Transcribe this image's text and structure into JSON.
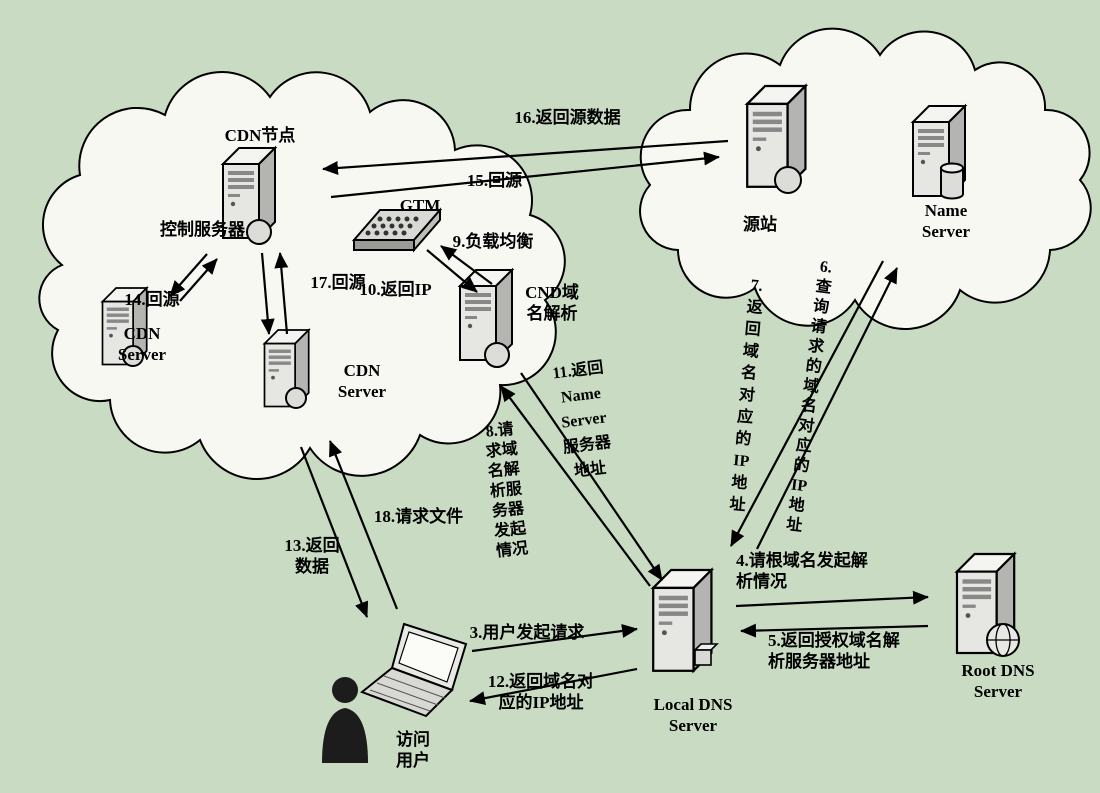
{
  "colors": {
    "background": "#c9dcc3",
    "cloud": "#f8f8f3",
    "line": "#000000"
  },
  "icons": {
    "server": "tower-server-icon",
    "gtm": "network-switch-icon",
    "laptop": "laptop-icon",
    "user": "person-silhouette-icon",
    "root_dns_accessory": "globe-icon",
    "name_server_accessory": "database-cylinder-icon"
  },
  "nodes": {
    "cdn_node": "CDN节点",
    "control_server": "控制服务器",
    "gtm": "GTM",
    "cnd_dns": "CND域\n名解析",
    "cdn_server_left": "CDN\nServer",
    "cdn_server_mid": "CDN\nServer",
    "origin": "源站",
    "name_server": "Name\nServer",
    "root_dns": "Root DNS\nServer",
    "local_dns": "Local DNS\nServer",
    "user": "访问\n用户"
  },
  "edges": {
    "e3": "3.用户发起请求",
    "e4": "4.请根域名发起解\n析情况",
    "e5": "5.返回授权域名解\n析服务器地址",
    "e6": "6.\n查\n询\n请\n求\n的\n域\n名\n对\n应\n的\nIP\n地\n址",
    "e7": "7.\n返\n回\n域\n名\n对\n应\n的\nIP\n地\n址",
    "e8": "8.请\n求域\n名解\n析服\n务器\n发起\n情况",
    "e9": "9.负载均衡",
    "e10": "10.返回IP",
    "e11": "11.返回\nName\nServer\n服务器\n地址",
    "e12": "12.返回域名对\n应的IP地址",
    "e13": "13.返回\n数据",
    "e14": "14.回源",
    "e15": "15.回源",
    "e16": "16.返回源数据",
    "e17": "17.回源",
    "e18": "18.请求文件"
  }
}
